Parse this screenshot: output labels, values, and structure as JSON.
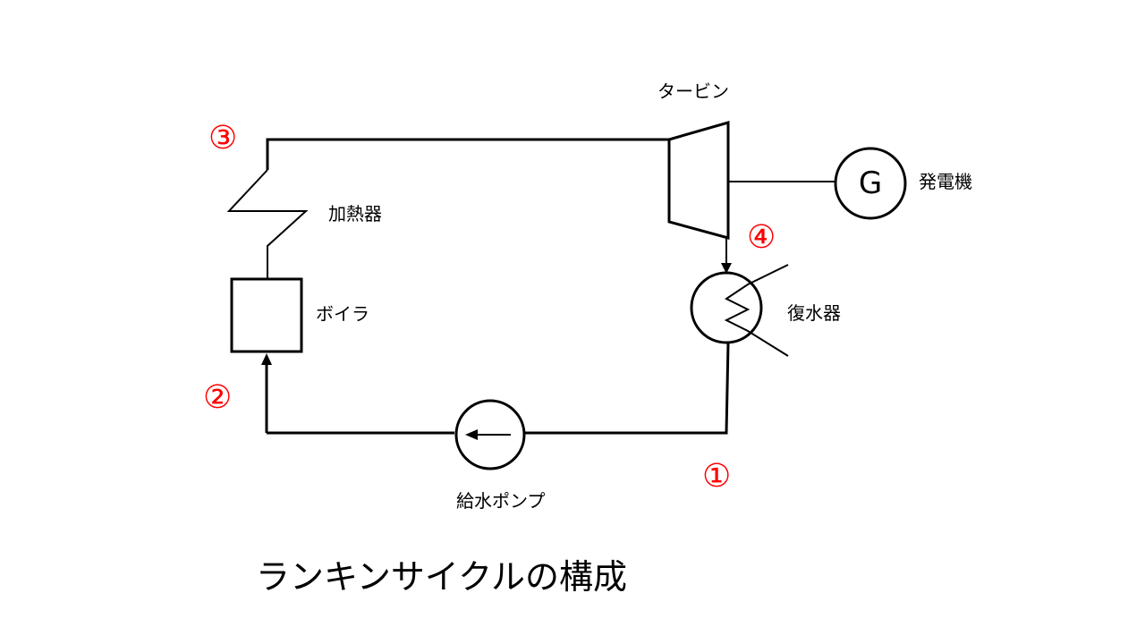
{
  "diagram": {
    "title": "ランキンサイクルの構成",
    "components": {
      "turbine": "タービン",
      "generator": "発電機",
      "generator_symbol": "G",
      "heater": "加熱器",
      "boiler": "ボイラ",
      "condenser": "復水器",
      "feed_pump": "給水ポンプ"
    },
    "states": {
      "s1": "①",
      "s2": "②",
      "s3": "③",
      "s4": "④"
    },
    "colors": {
      "line": "#000000",
      "state_marker": "#ff0000"
    }
  }
}
